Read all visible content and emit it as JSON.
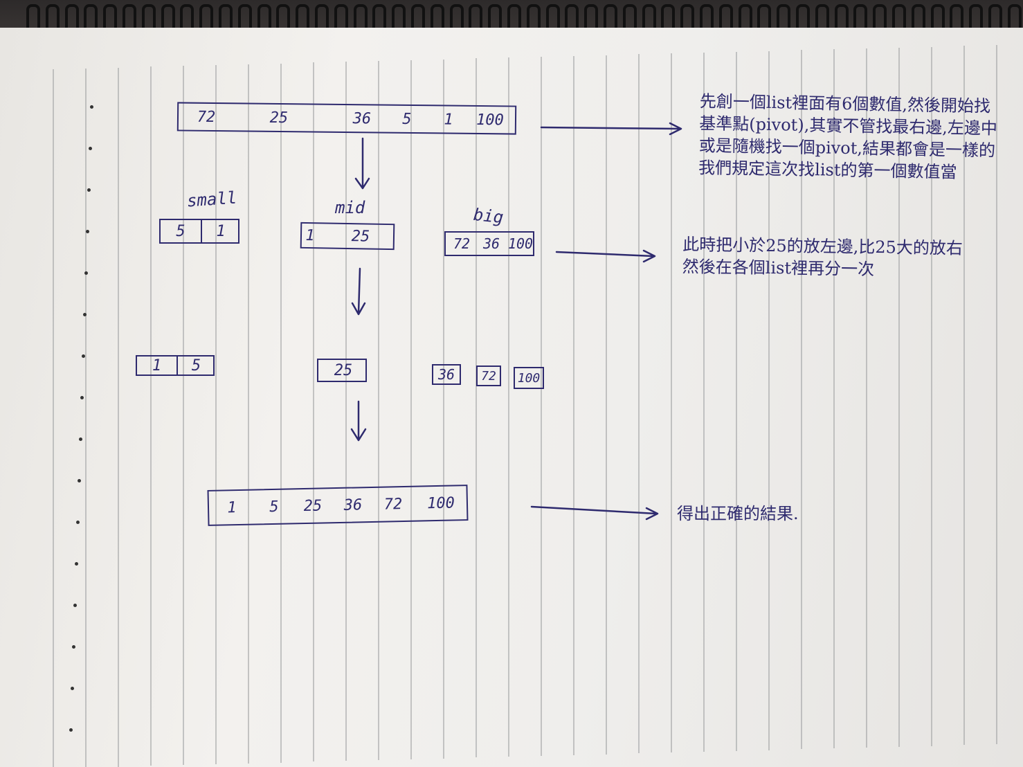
{
  "diagram": {
    "original_list": [
      "72",
      "25",
      "36",
      "5",
      "1",
      "100"
    ],
    "partition_labels": {
      "small": "small",
      "mid": "mid",
      "big": "big"
    },
    "partition": {
      "small": [
        "5",
        "1"
      ],
      "mid": [
        "1",
        "25"
      ],
      "big": [
        "72",
        "36",
        "100"
      ]
    },
    "second_level": {
      "small": [
        "1",
        "5"
      ],
      "mid": [
        "25"
      ],
      "big": [
        "36",
        "72",
        "100"
      ]
    },
    "result_list": [
      "1",
      "5",
      "25",
      "36",
      "72",
      "100"
    ],
    "notes": {
      "note1_lines": [
        "先創一個list裡面有6個數值,然後開始找",
        "基準點(pivot),其實不管找最右邊,左邊中",
        "或是隨機找一個pivot,結果都會是一樣的",
        "我們規定這次找list的第一個數值當"
      ],
      "note2_lines": [
        "此時把小於25的放左邊,比25大的放右",
        "然後在各個list裡再分一次"
      ],
      "note3_lines": [
        "得出正確的結果."
      ]
    }
  },
  "colors": {
    "ink": "#2e2a6e",
    "paper": "#efeeec",
    "rule": "#9a9c9e"
  }
}
